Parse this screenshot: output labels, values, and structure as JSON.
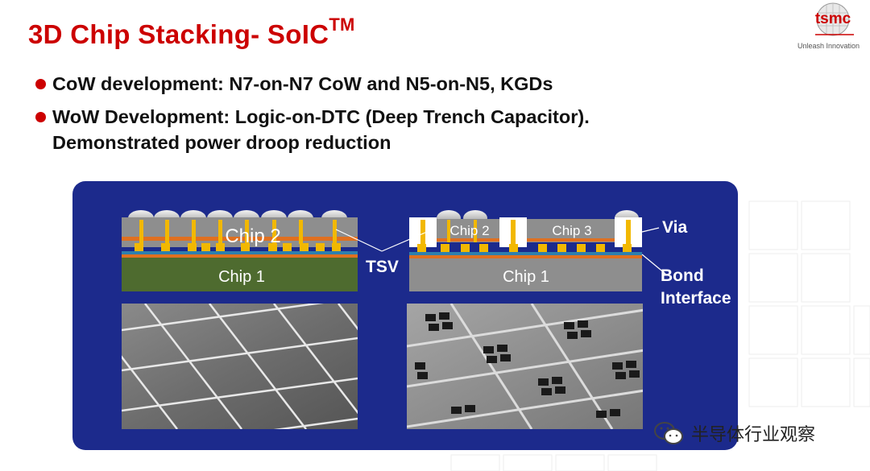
{
  "slide": {
    "title": "3D Chip Stacking- SoIC",
    "title_sup": "TM",
    "accent_color": "#cc0000",
    "panel_color": "#1c2a8c"
  },
  "logo": {
    "text": "tsmc",
    "tagline": "Unleash Innovation"
  },
  "bullets": [
    {
      "line1": "CoW development: N7-on-N7 CoW and N5-on-N5, KGDs",
      "line2": ""
    },
    {
      "line1": "WoW Development: Logic-on-DTC (Deep Trench Capacitor).",
      "line2": "Demonstrated power droop reduction"
    }
  ],
  "diagram": {
    "left": {
      "top_chip": "Chip 2",
      "bottom_chip": "Chip 1"
    },
    "right": {
      "chip_a": "Chip 2",
      "chip_b": "Chip 3",
      "bottom_chip": "Chip 1"
    },
    "labels": {
      "tsv": "TSV",
      "via": "Via",
      "bond_line1": "Bond",
      "bond_line2": "Interface"
    }
  },
  "watermark": {
    "text": "半导体行业观察",
    "icon": "wechat-icon"
  }
}
